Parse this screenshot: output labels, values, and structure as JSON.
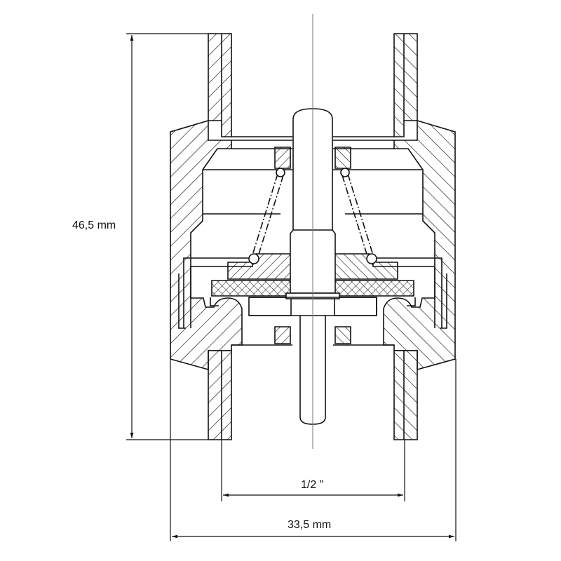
{
  "drawing": {
    "title": "Check valve cross-section",
    "line_color": "#111111",
    "dimensions": {
      "height": "46,5 mm",
      "thread": "1/2 \"",
      "width": "33,5 mm"
    }
  }
}
